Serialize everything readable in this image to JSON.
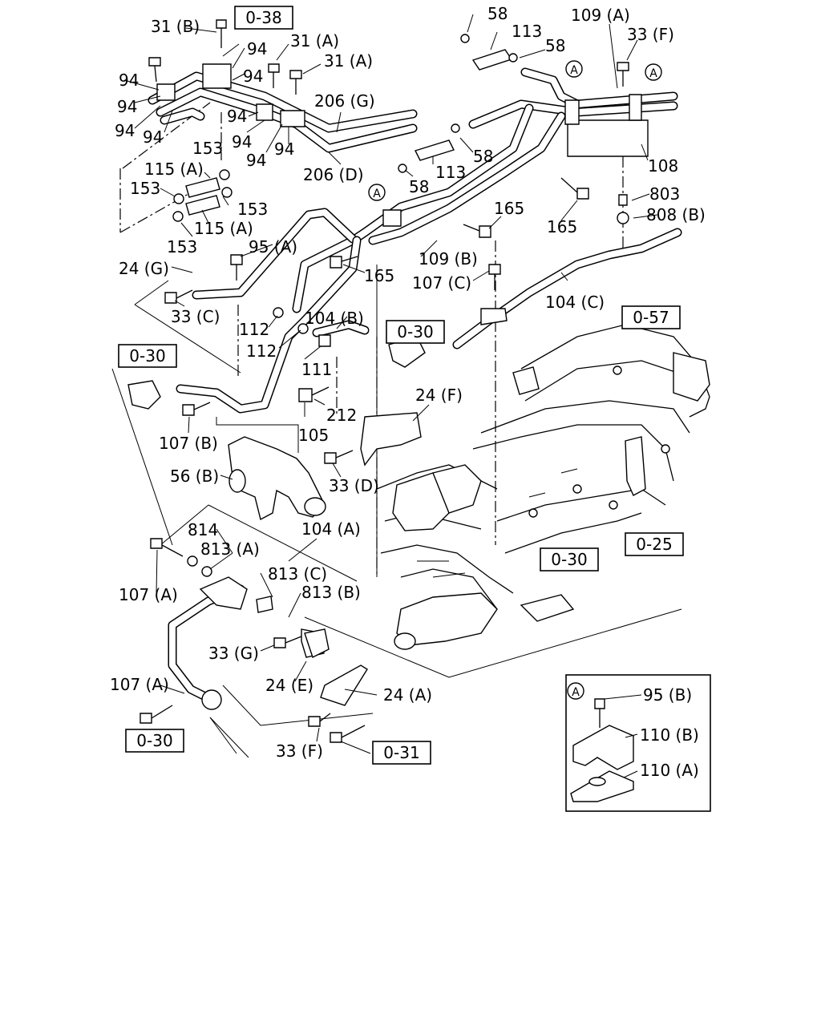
{
  "ref_boxes": {
    "r038": "0-38",
    "r057": "0-57",
    "r025": "0-25",
    "r030a": "0-30",
    "r030b": "0-30",
    "r030c": "0-30",
    "r030d": "0-30",
    "r031": "0-31"
  },
  "callouts": {
    "l31b": "31 (B)",
    "l31a1": "31 (A)",
    "l31a2": "31 (A)",
    "l94a": "94",
    "l94b": "94",
    "l94c": "94",
    "l94d": "94",
    "l94e": "94",
    "l94f": "94",
    "l94g": "94",
    "l94h": "94",
    "l94i": "94",
    "l94j": "94",
    "l206g": "206 (G)",
    "l206d": "206 (D)",
    "l153a": "153",
    "l153b": "153",
    "l153c": "153",
    "l153d": "153",
    "l115a1": "115 (A)",
    "l115a2": "115 (A)",
    "l58a": "58",
    "l58b": "58",
    "l58c": "58",
    "l58d": "58",
    "l113a": "113",
    "l113b": "113",
    "l109a": "109 (A)",
    "l33f1": "33 (F)",
    "l108": "108",
    "l803": "803",
    "l808b": "808 (B)",
    "l165a": "165",
    "l165b": "165",
    "l165c": "165",
    "l109b": "109 (B)",
    "l95a": "95 (A)",
    "l24g": "24 (G)",
    "l33c": "33 (C)",
    "l107c": "107 (C)",
    "l104c": "104 (C)",
    "l104b": "104 (B)",
    "l112a": "112",
    "l112b": "112",
    "l111": "111",
    "l212": "212",
    "l105": "105",
    "l24f": "24 (F)",
    "l107b": "107 (B)",
    "l56b": "56 (B)",
    "l33d": "33 (D)",
    "l814": "814",
    "l104a": "104 (A)",
    "l813a": "813 (A)",
    "l813c": "813 (C)",
    "l813b": "813 (B)",
    "l107a1": "107 (A)",
    "l107a2": "107 (A)",
    "l33g": "33 (G)",
    "l24e": "24 (E)",
    "l24a": "24 (A)",
    "l33f2": "33 (F)",
    "l95b": "95 (B)",
    "l110b": "110 (B)",
    "l110a": "110 (A)",
    "markA": "A"
  }
}
